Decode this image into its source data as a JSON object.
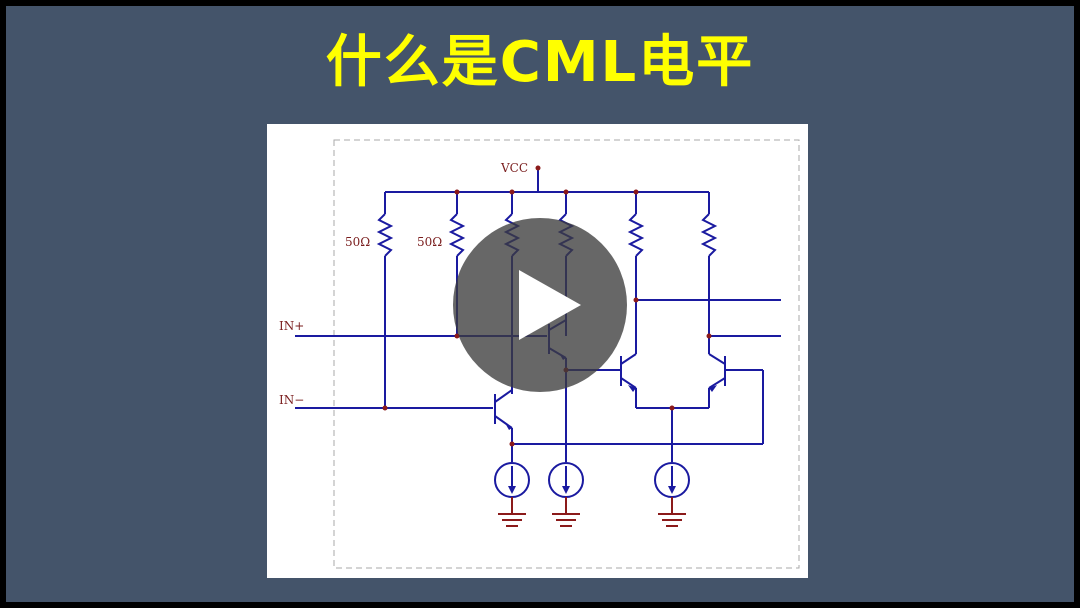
{
  "slide": {
    "title": "什么是CML电平",
    "background_color": "#44546a",
    "title_color": "#ffff00"
  },
  "diagram": {
    "vcc_label": "VCC",
    "resistor_label_1": "50Ω",
    "resistor_label_2": "50Ω",
    "input_pos_label": "IN+",
    "input_neg_label": "IN−",
    "wire_color": "#1a1aa0",
    "node_color": "#8b1a1a"
  },
  "player": {
    "icon": "play-icon"
  }
}
